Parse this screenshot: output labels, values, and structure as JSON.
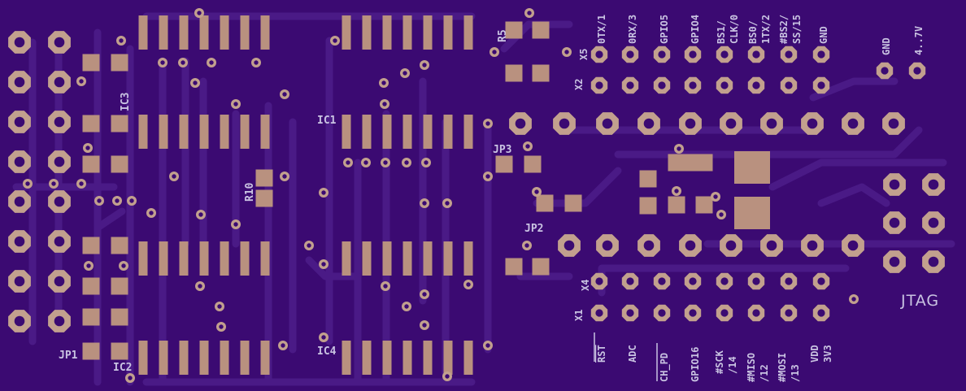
{
  "board": {
    "colors": {
      "background": "#3b0a72",
      "trace": "#4a1a86",
      "copper": "#b9917f",
      "ring": "#c2a08e",
      "hole": "#3b0a72",
      "silk": "#c9c3e2"
    },
    "refs": {
      "ic1": "IC1",
      "ic2": "IC2",
      "ic3": "IC3",
      "ic4": "IC4",
      "jp1": "JP1",
      "jp2": "JP2",
      "jp3": "JP3",
      "r5": "R5",
      "r10": "R10",
      "x1": "X1",
      "x2": "X2",
      "x4": "X4",
      "x5": "X5"
    },
    "top_labels": {
      "otx": "0TX/1",
      "orx": "0RX/3",
      "gpio5": "GPIO5",
      "gpio4": "GPIO4",
      "bs1a": "BS1/",
      "bs1b": "CLK/0",
      "bs0a": "BS0/",
      "bs0b": "1TX/2",
      "bs2a": "#BS2/",
      "bs2b": "SS/15",
      "gnd1": "GND",
      "gnd2": "GND",
      "v": "4..7V"
    },
    "bottom_labels": {
      "rst": "RST",
      "adc": "ADC",
      "chpd": "CH_PD",
      "gpio16": "GPIO16",
      "scka": "#SCK",
      "sckb": "/14",
      "misoa": "#MISO",
      "misob": "/12",
      "mosia": "#MOSI",
      "mosib": "/13",
      "vdd": "VDD",
      "v3": "3V3"
    },
    "jtag": "JTAG"
  }
}
